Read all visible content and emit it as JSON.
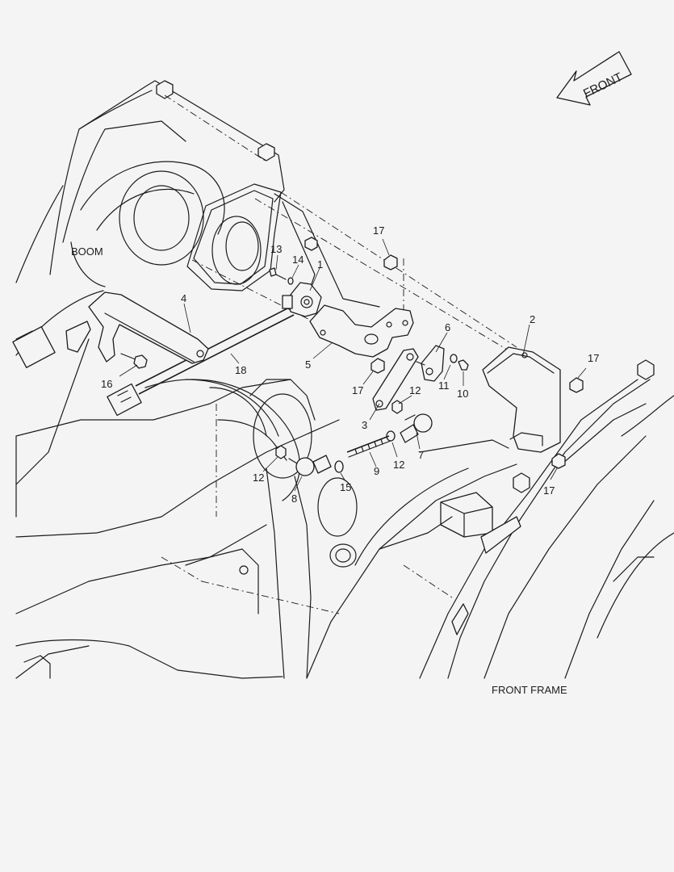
{
  "labels": {
    "boom": "BOOM",
    "front_frame": "FRONT FRAME",
    "front_arrow": "FRONT"
  },
  "callouts": [
    "1",
    "2",
    "3",
    "4",
    "5",
    "6",
    "7",
    "8",
    "9",
    "10",
    "11",
    "12",
    "12",
    "12",
    "13",
    "14",
    "15",
    "16",
    "17",
    "17",
    "17",
    "17",
    "18"
  ]
}
